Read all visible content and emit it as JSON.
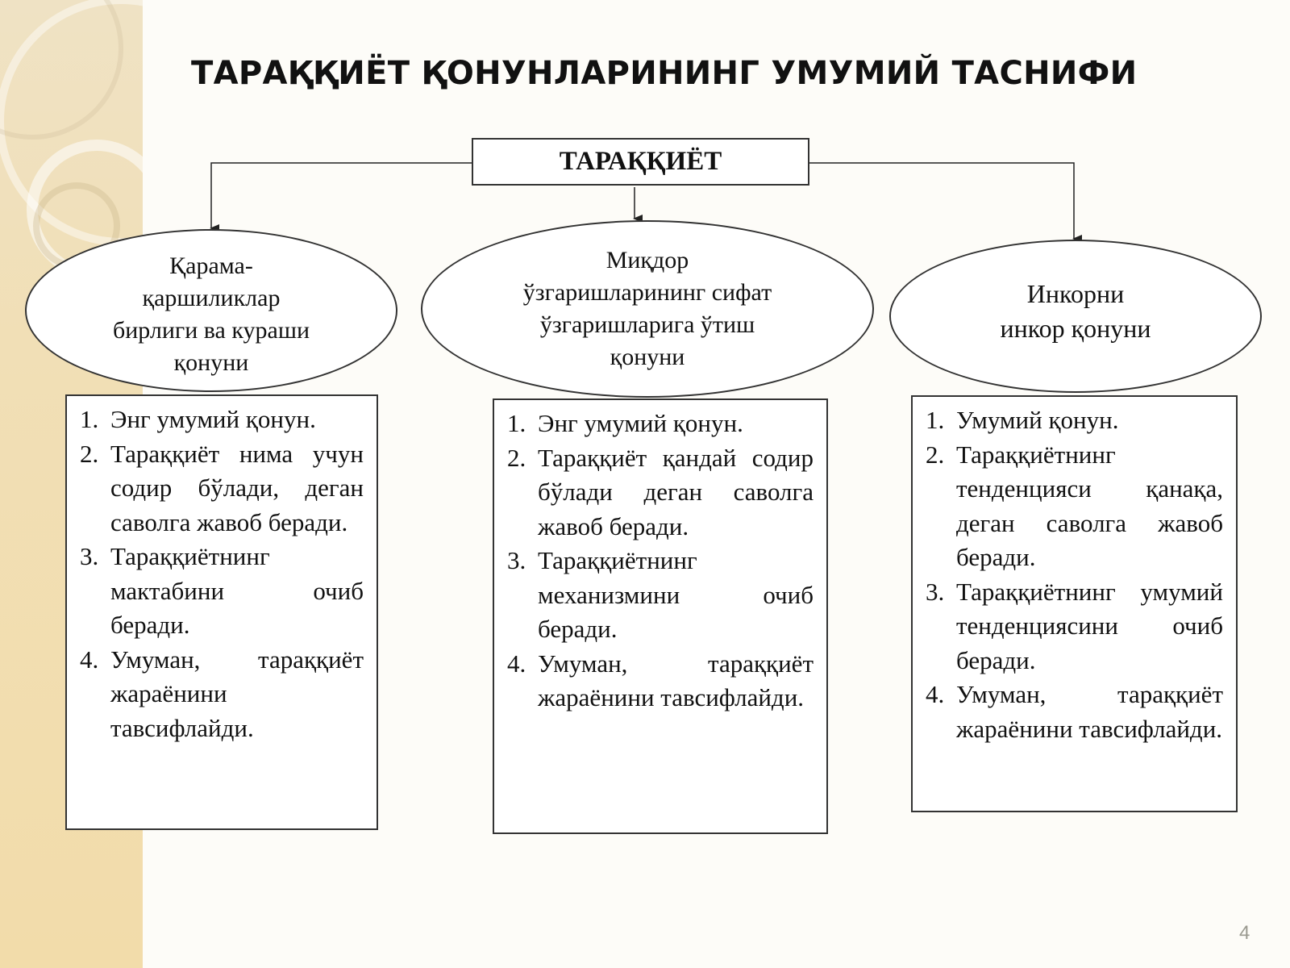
{
  "title": "ТАРАҚҚИЁТ ҚОНУНЛАРИНИНГ УМУМИЙ ТАСНИФИ",
  "root": "ТАРАҚҚИЁТ",
  "laws": [
    {
      "name_lines": [
        "Қарама-",
        "қаршиликлар",
        "бирлиги ва кураши",
        "қонуни"
      ],
      "items": [
        {
          "num": "1.",
          "text": "Энг умумий қонун."
        },
        {
          "num": "2.",
          "text": "Тараққиёт нима учун содир бўлади, деган саволга жавоб беради."
        },
        {
          "num": "3.",
          "text": "Тараққиётнинг мактабини очиб беради."
        },
        {
          "num": "4.",
          "text": "Умуман, тараққиёт жараёнини тавсифлайди."
        }
      ]
    },
    {
      "name_lines": [
        "Миқдор",
        "ўзгаришларининг сифат",
        "ўзгаришларига ўтиш",
        "қонуни"
      ],
      "items": [
        {
          "num": "1.",
          "text": "Энг умумий қонун."
        },
        {
          "num": "2.",
          "text": "Тараққиёт қандай содир бўлади деган саволга жавоб беради."
        },
        {
          "num": "3.",
          "text": "Тараққиётнинг механизмини очиб беради."
        },
        {
          "num": "4.",
          "text": "Умуман, тараққиёт жараёнини тавсифлайди."
        }
      ]
    },
    {
      "name_lines": [
        "Инкорни",
        "инкор қонуни"
      ],
      "items": [
        {
          "num": "1.",
          "text": "Умумий қонун."
        },
        {
          "num": "2.",
          "text": "Тараққиётнинг тенденцияси қанақа, деган саволга жавоб беради."
        },
        {
          "num": "3.",
          "text": "Тараққиётнинг умумий тенденциясини очиб беради."
        },
        {
          "num": "4.",
          "text": "Умуман, тараққиёт жараёнини тавсифлайди."
        }
      ]
    }
  ],
  "page_number": "4"
}
